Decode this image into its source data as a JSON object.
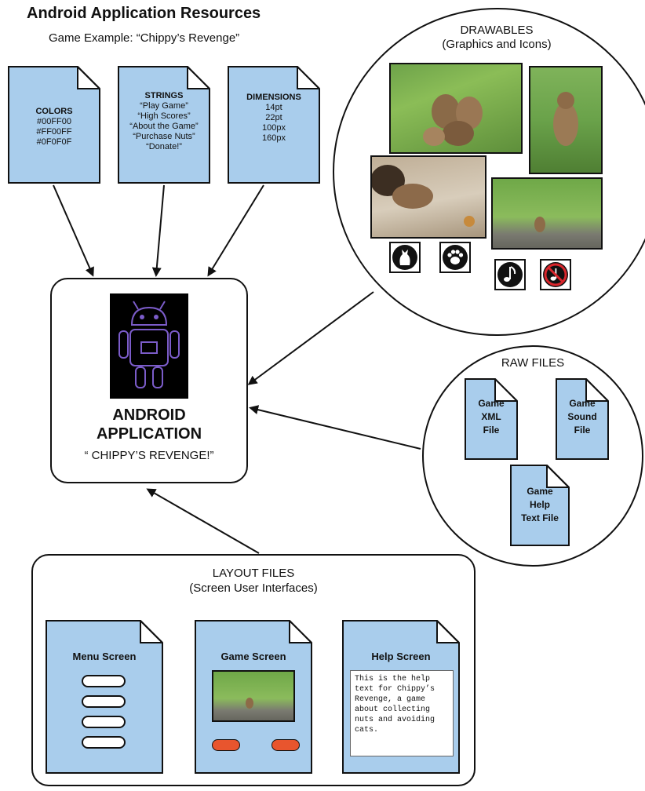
{
  "header": {
    "title": "Android Application Resources",
    "subtitle": "Game Example: “Chippy’s Revenge”"
  },
  "colors_doc": {
    "heading": "COLORS",
    "lines": [
      "#00FF00",
      "#FF00FF",
      "#0F0F0F"
    ]
  },
  "strings_doc": {
    "heading": "STRINGS",
    "lines": [
      "“Play Game”",
      "“High Scores”",
      "“About the Game”",
      "“Purchase Nuts”",
      "“Donate!”"
    ]
  },
  "dimensions_doc": {
    "heading": "DIMENSIONS",
    "lines": [
      "14pt",
      "22pt",
      "100px",
      "160px"
    ]
  },
  "drawables": {
    "title": "DRAWABLES",
    "subtitle": "(Graphics and Icons)",
    "icons": [
      "cat-icon",
      "paw-icon",
      "music-note-icon",
      "no-sound-icon"
    ]
  },
  "app": {
    "line1": "ANDROID",
    "line2": "APPLICATION",
    "name": "“ CHIPPY’S REVENGE!”"
  },
  "raw_files": {
    "title": "RAW FILES",
    "xml": [
      "Game",
      "XML",
      "File"
    ],
    "sound": [
      "Game",
      "Sound",
      "File"
    ],
    "help": [
      "Game",
      "Help",
      "Text File"
    ]
  },
  "layout_files": {
    "title": "LAYOUT FILES",
    "subtitle": "(Screen User Interfaces)",
    "menu_screen": "Menu Screen",
    "game_screen": "Game Screen",
    "help_screen": "Help Screen",
    "help_text": "This is the help text for Chippy’s Revenge, a game about collecting nuts and avoiding cats."
  },
  "palette": {
    "doc_fill": "#a9cdec",
    "outline": "#111111",
    "button_orange": "#e8552e",
    "robot_purple": "#7b5cc9"
  }
}
